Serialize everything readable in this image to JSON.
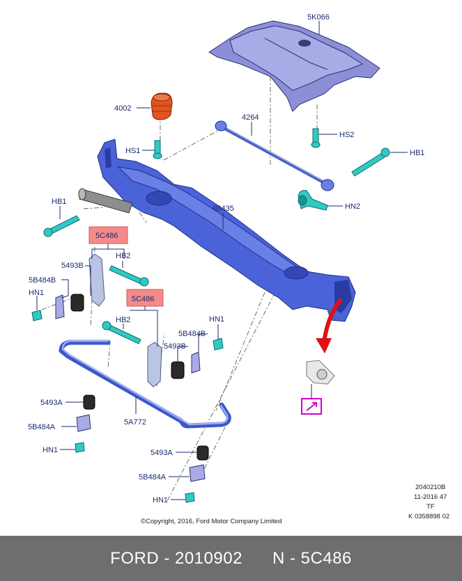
{
  "labels": {
    "p5K066": "5K066",
    "p4002": "4002",
    "p4264": "4264",
    "hs1": "HS1",
    "hs2": "HS2",
    "hb1_right": "HB1",
    "hb1_left": "HB1",
    "hn2": "HN2",
    "p4B435": "4B435",
    "p5C486_upper": "5C486",
    "hb2_upper": "HB2",
    "p5493B_upper": "5493B",
    "p5B484B_upper": "5B484B",
    "hn1_left": "HN1",
    "p5C486_lower": "5C486",
    "hb2_lower": "HB2",
    "hn1_mid": "HN1",
    "p5B484B_lower": "5B484B",
    "p5493B_lower": "5493B",
    "p5493A_left": "5493A",
    "p5B484A_left": "5B484A",
    "hn1_lower_left": "HN1",
    "p5A772": "5A772",
    "p5493A_bottom": "5493A",
    "p5B484A_bottom": "5B484A",
    "hn1_bottom": "HN1"
  },
  "highlight_color": "#f48a8a",
  "reference_box_color": "#d400c8",
  "arrow_color": "#e01212",
  "meta": {
    "line1": "2040210B",
    "line2": "11-2016 47",
    "line3": "TF",
    "line4": "K 0358898 02"
  },
  "copyright": "©Copyright, 2016, Ford Motor Company Limited",
  "footer": {
    "brand": "FORD",
    "sep1": " - ",
    "number": "2010902",
    "gap": "      ",
    "part_prefix": "N",
    "sep2": " - ",
    "part": "5C486"
  }
}
